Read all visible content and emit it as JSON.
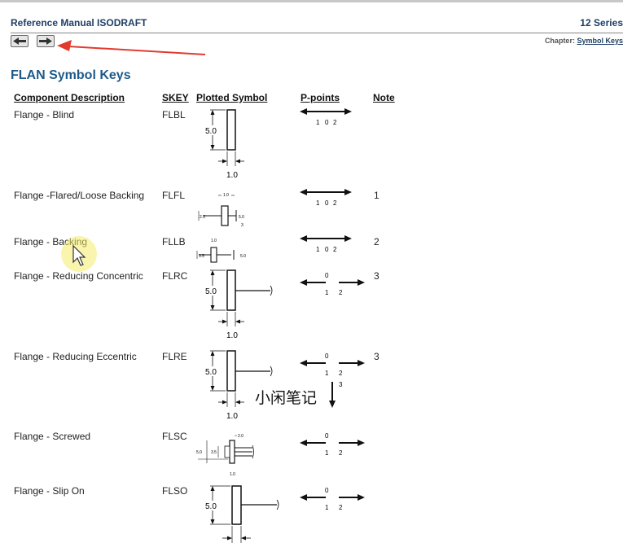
{
  "header": {
    "title": "Reference Manual ISODRAFT",
    "series": "12 Series"
  },
  "nav": {
    "prev_icon": "arrow-left-icon",
    "next_icon": "arrow-right-icon"
  },
  "chapter": {
    "label": "Chapter:",
    "link": "Symbol Keys"
  },
  "page_title": "FLAN Symbol Keys",
  "columns": {
    "component": "Component Description",
    "skey": "SKEY",
    "symbol": "Plotted Symbol",
    "ppoints": "P-points",
    "note": "Note"
  },
  "rows": [
    {
      "desc": "Flange - Blind",
      "skey": "FLBL",
      "note": ""
    },
    {
      "desc": "Flange -Flared/Loose Backing",
      "skey": "FLFL",
      "note": "1"
    },
    {
      "desc": "Flange - Backing",
      "skey": "FLLB",
      "note": "2"
    },
    {
      "desc": "Flange - Reducing Concentric",
      "skey": "FLRC",
      "note": "3"
    },
    {
      "desc": "Flange - Reducing Eccentric",
      "skey": "FLRE",
      "note": "3"
    },
    {
      "desc": "Flange - Screwed",
      "skey": "FLSC",
      "note": ""
    },
    {
      "desc": "Flange - Slip On",
      "skey": "FLSO",
      "note": ""
    }
  ],
  "dims": {
    "big_h": "5.0",
    "w": "1.0",
    "small_h": "2.5",
    "small_w": "5.0",
    "sc_a": "5.0",
    "sc_b": "3.5",
    "sc_c": "2.0"
  },
  "pnums": {
    "p0": "0",
    "p1": "1",
    "p2": "2",
    "p3": "3"
  },
  "watermark": "小闲笔记"
}
